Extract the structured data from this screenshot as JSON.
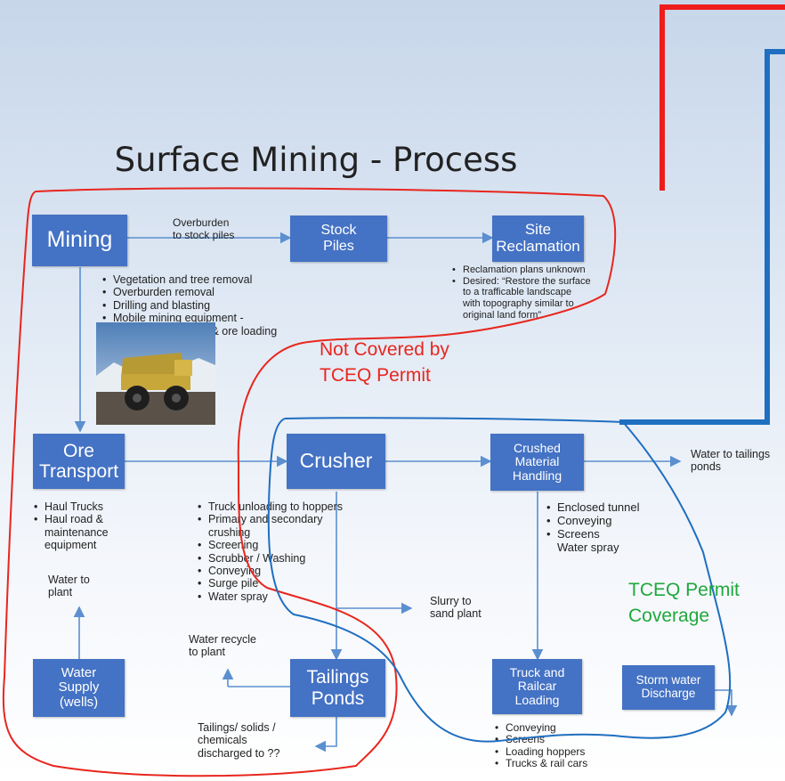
{
  "title": "Surface Mining - Process",
  "boxes": {
    "mining": "Mining",
    "stock_piles": "Stock\nPiles",
    "site_reclamation": "Site\nReclamation",
    "ore_transport": "Ore\nTransport",
    "crusher": "Crusher",
    "crushed_material": "Crushed\nMaterial\nHandling",
    "water_supply": "Water\nSupply\n(wells)",
    "tailings_ponds": "Tailings\nPonds",
    "truck_railcar": "Truck and\nRailcar\nLoading",
    "storm_water": "Storm water\nDischarge"
  },
  "labels": {
    "overburden": "Overburden\nto stock piles",
    "water_to_tailings": "Water to tailings\nponds",
    "slurry": "Slurry to\nsand plant",
    "water_to_plant": "Water to\nplant",
    "water_recycle": "Water recycle\nto plant",
    "tailings_discharge": "Tailings/ solids /\nchemicals\ndischarged to ??"
  },
  "lists": {
    "mining": [
      "Vegetation and tree removal",
      "Overburden removal",
      "Drilling and blasting",
      "Mobile mining equipment -\noverburden moving & ore loading"
    ],
    "reclamation": [
      "Reclamation plans unknown",
      "Desired: “Restore the surface\nto a trafficable landscape\nwith topography similar to\noriginal land form”"
    ],
    "ore_transport": [
      "Haul Trucks",
      "Haul road &\nmaintenance\nequipment"
    ],
    "crusher": [
      "Truck unloading to hoppers",
      "Primary and secondary\ncrushing",
      "Screening",
      "Scrubber / Washing",
      "Conveying",
      "Surge pile",
      "Water spray"
    ],
    "crushed_material": [
      "Enclosed tunnel",
      "Conveying",
      "Screens\nWater spray"
    ],
    "truck_railcar": [
      "Conveying",
      "Screens",
      "Loading hoppers",
      "Trucks & rail cars"
    ]
  },
  "notes": {
    "not_covered": "Not Covered by\nTCEQ Permit",
    "coverage": "TCEQ Permit\nCoverage"
  },
  "colors": {
    "box": "#4472c4",
    "red": "#e8261e",
    "blue": "#1f6fc0",
    "green": "#1fa83c",
    "arrow": "#5b8fd0"
  }
}
